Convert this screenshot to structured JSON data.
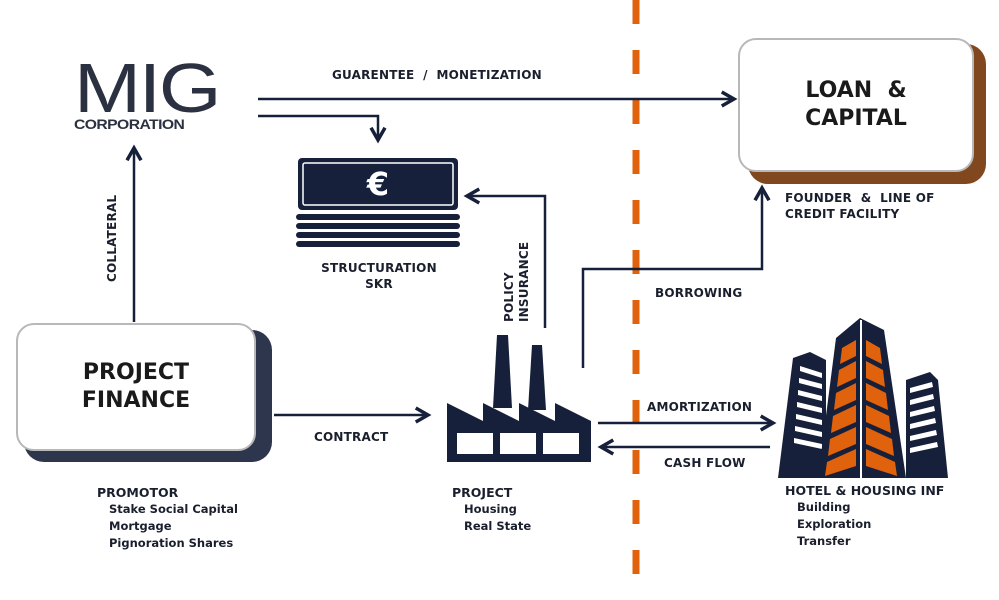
{
  "colors": {
    "navy": "#17203a",
    "orange": "#e0620d",
    "brown_shadow": "#7a3e13",
    "text": "#1a1f2e"
  },
  "logo": {
    "main": "MIG",
    "sub": "CORPORATION"
  },
  "boxes": {
    "loan_capital": [
      "LOAN  &",
      "CAPITAL"
    ],
    "project_finance": [
      "PROJECT",
      "FINANCE"
    ]
  },
  "icons": {
    "money": "euro-banknote-stack-icon",
    "money_symbol": "€",
    "factory": "factory-icon",
    "buildings": "city-buildings-icon"
  },
  "edges": {
    "guarantee": "GUARENTEE  /  MONETIZATION",
    "collateral": "COLLATERAL",
    "policy_insurance": [
      "POLICY",
      "INSURANCE"
    ],
    "borrowing": "BORROWING",
    "contract": "CONTRACT",
    "amortization": "AMORTIZATION",
    "cash_flow": "CASH FLOW"
  },
  "captions": {
    "structuration": [
      "STRUCTURATION",
      "SKR"
    ],
    "founder": [
      "FOUNDER  &  LINE OF",
      "CREDIT FACILITY"
    ],
    "promotor": {
      "head": "PROMOTOR",
      "items": [
        "Stake Social Capital",
        "Mortgage",
        "Pignoration Shares"
      ]
    },
    "project": {
      "head": "PROJECT",
      "items": [
        "Housing",
        "Real State"
      ]
    },
    "hotel": {
      "head": "HOTEL & HOUSING INF",
      "items": [
        "Building",
        "Exploration",
        "Transfer"
      ]
    }
  }
}
